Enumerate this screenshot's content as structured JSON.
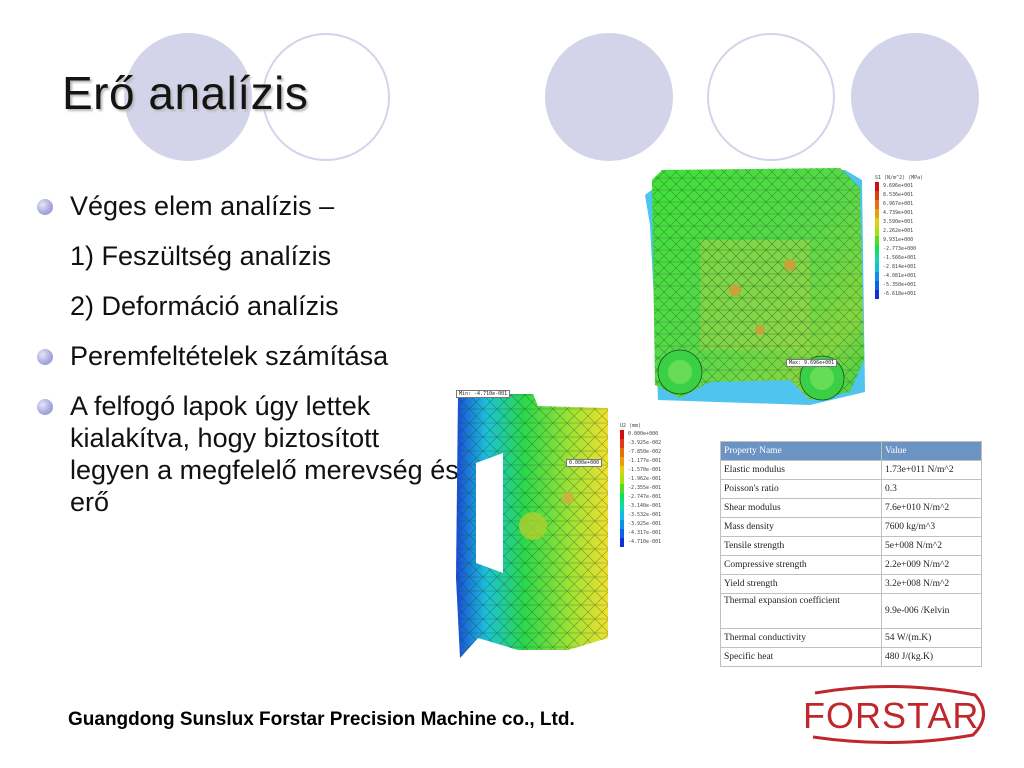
{
  "slide": {
    "title": "Erő analízis",
    "footer": "Guangdong Sunslux Forstar Precision Machine co., Ltd.",
    "logo_text": "FORSTAR"
  },
  "bullets": [
    {
      "text": "Véges elem analízis –",
      "sub": [
        "1) Feszültség analízis",
        "2) Deformáció analízis"
      ]
    },
    {
      "text": "Peremfeltételek számítása"
    },
    {
      "text": "A felfogó lapok úgy lettek kialakítva, hogy biztosított legyen a megfelelő merevség és erő"
    }
  ],
  "fea_top": {
    "legend_title": "S1 (N/m^2) (MPa)",
    "legend_values": [
      "9.696e+001",
      "8.536e+001",
      "6.967e+001",
      "4.739e+001",
      "3.590e+001",
      "2.262e+001",
      "9.931e+000",
      "-2.773e+000",
      "-1.566e+001",
      "-2.814e+001",
      "-4.081e+001",
      "-5.350e+001",
      "-6.618e+001"
    ],
    "min_max_label": "Max: 9.696e+001"
  },
  "fea_bottom": {
    "legend_title": "U2 (mm)",
    "legend_values": [
      "0.000e+000",
      "-3.925e-002",
      "-7.850e-002",
      "-1.177e-001",
      "-1.570e-001",
      "-1.962e-001",
      "-2.355e-001",
      "-2.747e-001",
      "-3.140e-001",
      "-3.532e-001",
      "-3.925e-001",
      "-4.317e-001",
      "-4.710e-001"
    ],
    "min_label": "Min: -4.710e-001",
    "probe_label": "0.000e+000"
  },
  "colors": {
    "accent_circle": "#d3d3ea",
    "table_header": "#6b94c4",
    "logo_red": "#c0272d"
  },
  "properties_table": {
    "headers": [
      "Property Name",
      "Value"
    ],
    "rows": [
      [
        "Elastic modulus",
        "1.73e+011 N/m^2"
      ],
      [
        "Poisson's ratio",
        "0.3"
      ],
      [
        "Shear modulus",
        "7.6e+010 N/m^2"
      ],
      [
        "Mass density",
        "7600 kg/m^3"
      ],
      [
        "Tensile strength",
        "5e+008 N/m^2"
      ],
      [
        "Compressive strength",
        "2.2e+009 N/m^2"
      ],
      [
        "Yield strength",
        "3.2e+008 N/m^2"
      ],
      [
        "Thermal  expansion  coefficient",
        "9.9e-006 /Kelvin"
      ],
      [
        "Thermal conductivity",
        "54 W/(m.K)"
      ],
      [
        "Specific heat",
        "480 J/(kg.K)"
      ]
    ]
  }
}
